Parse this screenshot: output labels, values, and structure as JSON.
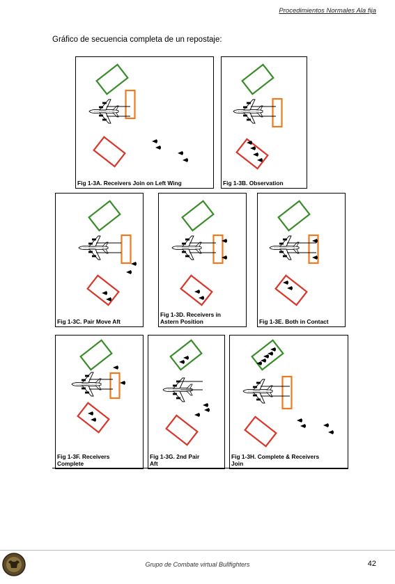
{
  "header": {
    "title": "Procedimientos Normales Ala fija"
  },
  "intro": "Gráfico de secuencia completa de un repostaje:",
  "figures": [
    {
      "id": "A",
      "caption": "Fig 1-3A.  Receivers Join on Left Wing"
    },
    {
      "id": "B",
      "caption": "Fig 1-3B.  Observation"
    },
    {
      "id": "C",
      "caption": "Fig 1-3C.  Pair Move Aft"
    },
    {
      "id": "D",
      "caption": "Fig 1-3D.  Receivers in\nAstern Position"
    },
    {
      "id": "E",
      "caption": "Fig 1-3E.  Both in Contact"
    },
    {
      "id": "F",
      "caption": "Fig 1-3F.  Receivers\nComplete"
    },
    {
      "id": "G",
      "caption": "Fig 1-3G.  2nd Pair\nAft"
    },
    {
      "id": "H",
      "caption": "Fig 1-3H.  Complete & Receivers\nJoin"
    }
  ],
  "colors": {
    "left_box": "#3a8c2a",
    "right_box": "#d9362b",
    "astern_box": "#ee7a1f"
  },
  "footer": {
    "text": "Grupo de Combate virtual Bullfighters",
    "page": "42"
  }
}
